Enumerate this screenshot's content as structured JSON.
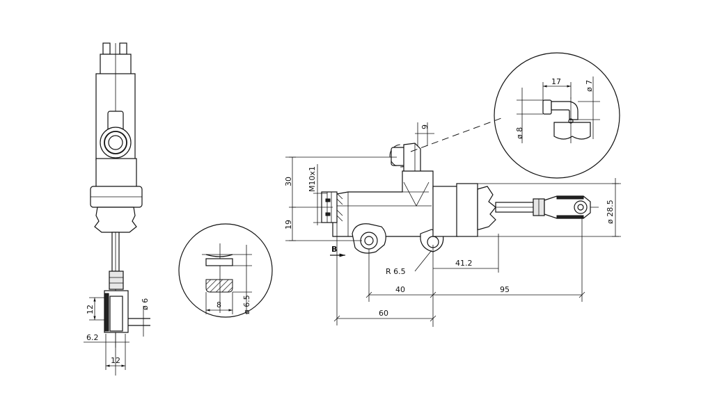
{
  "dimensions": {
    "top_9": "9",
    "pipe_17": "17",
    "pipe_dia_7": "ø 7",
    "pipe_dia_8": "ø 8",
    "height_30": "30",
    "thread_m10": "M10x1",
    "height_19": "19",
    "body_dia_28_5": "ø 28.5",
    "view_b": "B",
    "radius_6_5": "R 6.5",
    "len_41_2": "41.2",
    "len_40": "40",
    "len_95": "95",
    "len_60": "60",
    "slot_8": "8",
    "slot_dia_6_5": "ø 6.5",
    "clevis_12_side": "12",
    "clevis_dia_6": "ø 6",
    "clevis_6_2": "6.2",
    "clevis_12_bottom": "12"
  }
}
